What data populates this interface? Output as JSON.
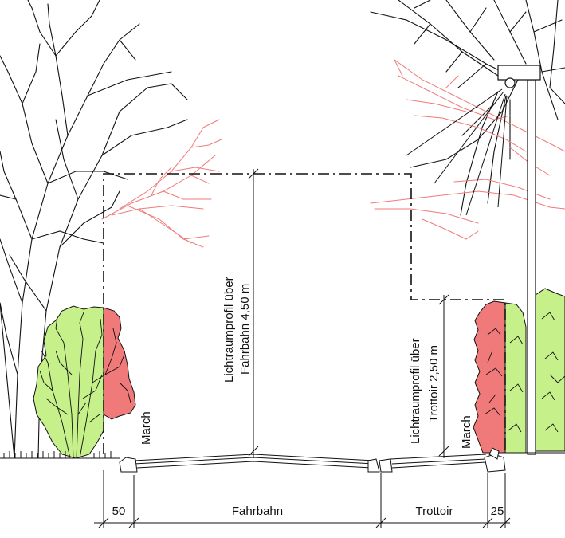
{
  "labels": {
    "clearance_road_line1": "Lichtraumprofil über",
    "clearance_road_line2": "Fahrbahn 4,50 m",
    "clearance_sidewalk_line1": "Lichtraumprofil über",
    "clearance_sidewalk_line2": "Trottoir 2,50 m",
    "march_left": "March",
    "march_right": "March"
  },
  "dimensions": {
    "left_strip": "50",
    "roadway": "Fahrbahn",
    "sidewalk": "Trottoir",
    "right_strip": "25"
  },
  "colors": {
    "line": "#111111",
    "existing_tree_red": "#f07a7a",
    "planted_green": "#c6f08a",
    "cut_red": "#f07a7a"
  }
}
